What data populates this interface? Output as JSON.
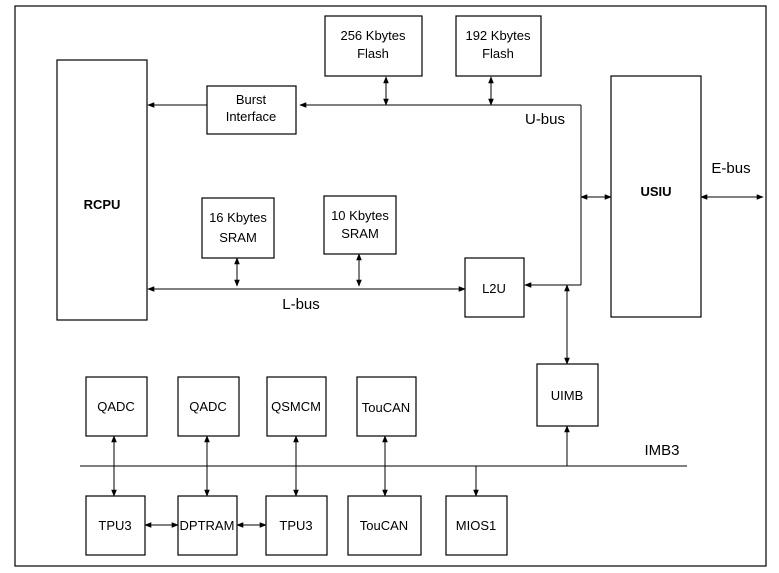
{
  "blocks": {
    "flash256": [
      "256 Kbytes",
      "Flash"
    ],
    "flash192": [
      "192 Kbytes",
      "Flash"
    ],
    "burst": [
      "Burst",
      "Interface"
    ],
    "rcpu": "RCPU",
    "usiu": "USIU",
    "sram16": [
      "16 Kbytes",
      "SRAM"
    ],
    "sram10": [
      "10 Kbytes",
      "SRAM"
    ],
    "l2u": "L2U",
    "uimb": "UIMB",
    "qadc1": "QADC",
    "qadc2": "QADC",
    "qsmcm": "QSMCM",
    "toucan_top": "TouCAN",
    "tpu3_1": "TPU3",
    "dptram": "DPTRAM",
    "tpu3_2": "TPU3",
    "toucan_bot": "TouCAN",
    "mios1": "MIOS1"
  },
  "buses": {
    "ubus": "U-bus",
    "lbus": "L-bus",
    "ebus": "E-bus",
    "imb3": "IMB3"
  }
}
